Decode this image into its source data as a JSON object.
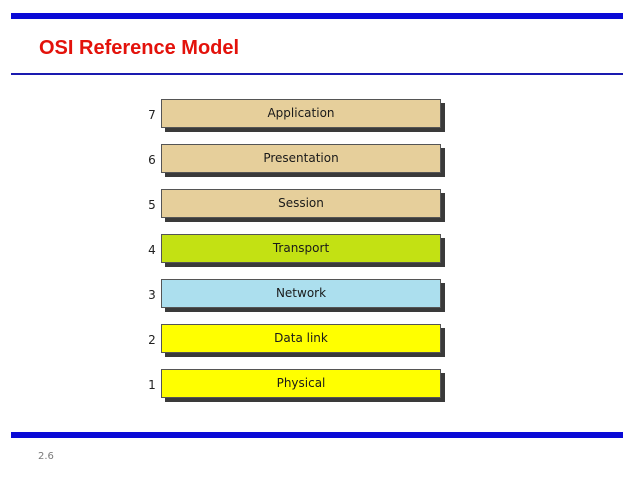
{
  "slide": {
    "title": "OSI Reference Model",
    "slide_number": "2.6"
  },
  "colors": {
    "accent_bar": "#0a0ad6",
    "title_text": "#e3120b",
    "title_rule": "#1a1ab0"
  },
  "layers": [
    {
      "number": "7",
      "name": "Application",
      "fill": "#e6cf9b"
    },
    {
      "number": "6",
      "name": "Presentation",
      "fill": "#e6cf9b"
    },
    {
      "number": "5",
      "name": "Session",
      "fill": "#e6cf9b"
    },
    {
      "number": "4",
      "name": "Transport",
      "fill": "#c3e113"
    },
    {
      "number": "3",
      "name": "Network",
      "fill": "#acdfee"
    },
    {
      "number": "2",
      "name": "Data link",
      "fill": "#ffff00"
    },
    {
      "number": "1",
      "name": "Physical",
      "fill": "#ffff00"
    }
  ]
}
